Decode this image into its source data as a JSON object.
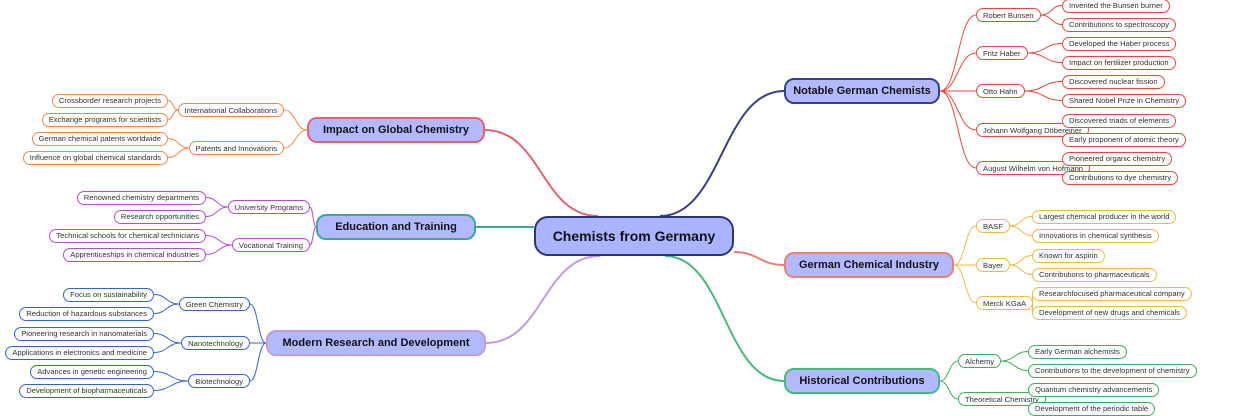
{
  "central": {
    "label": "Chemists from Germany"
  },
  "colors": {
    "central_border": "#2f3570",
    "branch_fill": "#b3b9ff",
    "notable": "#3a3f8a",
    "industry": "#f07c74",
    "historical": "#46b97d",
    "impact": "#e85f6e",
    "education": "#36aa9d",
    "modern": "#c49ae0",
    "sub_notable": "#e8483c",
    "sub_industry": "#f3b93e",
    "sub_historical": "#3bb15a",
    "sub_impact": "#f0884c",
    "sub_education": "#b74bd8",
    "sub_modern": "#3366cc"
  },
  "branches": [
    {
      "label": "Notable German Chemists",
      "subs": [
        {
          "label": "Robert Bunsen",
          "leaves": [
            "Invented the Bunsen burner",
            "Contributions to spectroscopy"
          ]
        },
        {
          "label": "Fritz Haber",
          "leaves": [
            "Developed the Haber process",
            "Impact on fertilizer production"
          ]
        },
        {
          "label": "Otto Hahn",
          "leaves": [
            "Discovered nuclear fission",
            "Shared Nobel Prize in Chemistry"
          ]
        },
        {
          "label": "Johann Wolfgang Döbereiner",
          "leaves": [
            "Discovered triads of elements",
            "Early proponent of atomic theory"
          ]
        },
        {
          "label": "August Wilhelm von Hofmann",
          "leaves": [
            "Pioneered organic chemistry",
            "Contributions to dye chemistry"
          ]
        }
      ]
    },
    {
      "label": "German Chemical Industry",
      "subs": [
        {
          "label": "BASF",
          "leaves": [
            "Largest chemical producer in the world",
            "Innovations in chemical synthesis"
          ]
        },
        {
          "label": "Bayer",
          "leaves": [
            "Known for aspirin",
            "Contributions to pharmaceuticals"
          ]
        },
        {
          "label": "Merck KGaA",
          "leaves": [
            "Researchfocused pharmaceutical company",
            "Development of new drugs and chemicals"
          ]
        }
      ]
    },
    {
      "label": "Historical Contributions",
      "subs": [
        {
          "label": "Alchemy",
          "leaves": [
            "Early German alchemists",
            "Contributions to the development of chemistry"
          ]
        },
        {
          "label": "Theoretical Chemistry",
          "leaves": [
            "Quantum chemistry advancements",
            "Development of the periodic table"
          ]
        }
      ]
    },
    {
      "label": "Impact on Global Chemistry",
      "subs": [
        {
          "label": "International Collaborations",
          "leaves": [
            "Crossborder research projects",
            "Exchange programs for scientists"
          ]
        },
        {
          "label": "Patents and Innovations",
          "leaves": [
            "German chemical patents worldwide",
            "Influence on global chemical standards"
          ]
        }
      ]
    },
    {
      "label": "Education and Training",
      "subs": [
        {
          "label": "University Programs",
          "leaves": [
            "Renowned chemistry departments",
            "Research opportunities"
          ]
        },
        {
          "label": "Vocational Training",
          "leaves": [
            "Technical schools for chemical technicians",
            "Apprenticeships in chemical industries"
          ]
        }
      ]
    },
    {
      "label": "Modern Research and Development",
      "subs": [
        {
          "label": "Green Chemistry",
          "leaves": [
            "Focus on sustainability",
            "Reduction of hazardous substances"
          ]
        },
        {
          "label": "Nanotechnology",
          "leaves": [
            "Pioneering research in nanomaterials",
            "Applications in electronics and medicine"
          ]
        },
        {
          "label": "Biotechnology",
          "leaves": [
            "Advances in genetic engineering",
            "Development of biopharmaceuticals"
          ]
        }
      ]
    }
  ]
}
